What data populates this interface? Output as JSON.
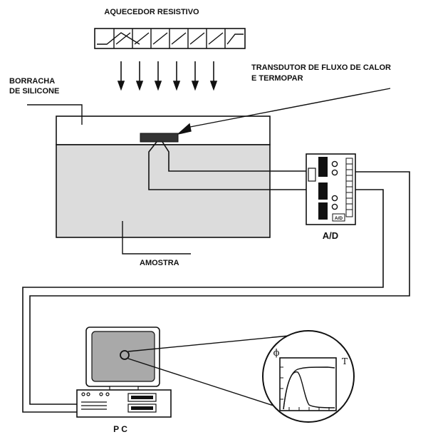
{
  "labels": {
    "heater": "AQUECEDOR RESISTIVO",
    "rubber_line1": "BORRACHA",
    "rubber_line2": "DE SILICONE",
    "transducer_line1": "TRANSDUTOR DE FLUXO DE CALOR",
    "transducer_line2": "E TERMOPAR",
    "sample": "AMOSTRA",
    "ad": "A/D",
    "ad_small": "A/D",
    "pc": "P C",
    "axis_y": "ϕ",
    "axis_x": "T"
  },
  "colors": {
    "line": "#111111",
    "sample_fill": "#dcdcdc",
    "screen_fill": "#a9a9a9",
    "transducer_fill": "#333333",
    "background": "#ffffff"
  }
}
